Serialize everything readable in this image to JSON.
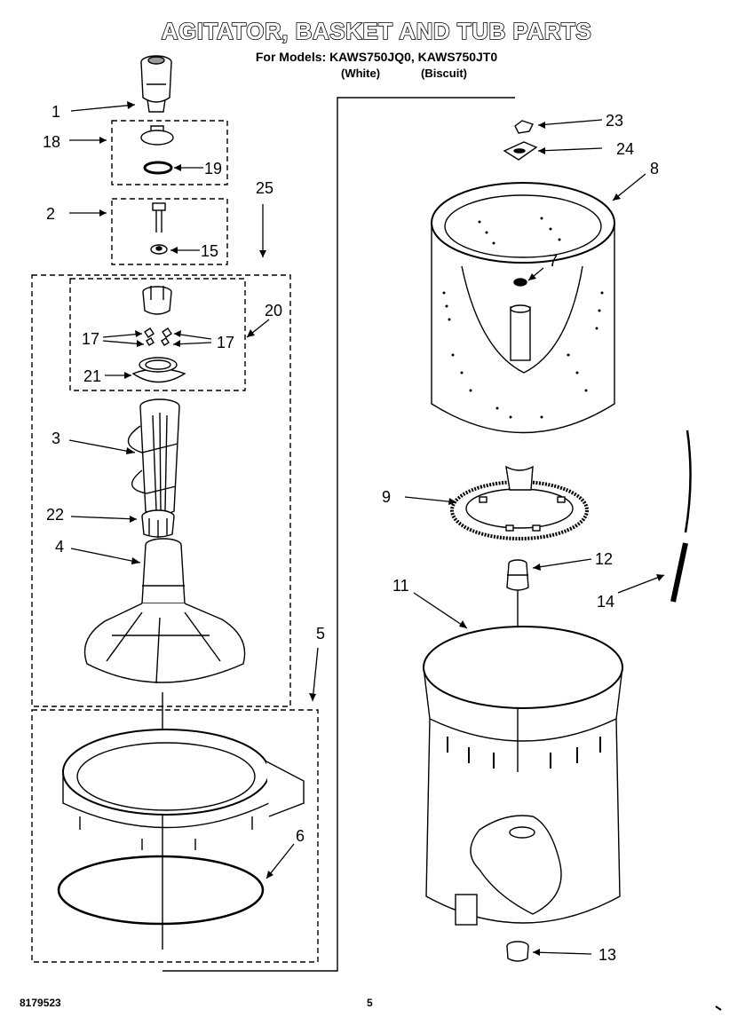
{
  "header": {
    "title": "AGITATOR, BASKET AND TUB PARTS",
    "models_line": "For Models: KAWS750JQ0, KAWS750JT0",
    "variant_white": "(White)",
    "variant_biscuit": "(Biscuit)"
  },
  "callouts": {
    "c1": "1",
    "c2": "2",
    "c3": "3",
    "c4": "4",
    "c5": "5",
    "c6": "6",
    "c7": "7",
    "c8": "8",
    "c9": "9",
    "c11": "11",
    "c12": "12",
    "c13": "13",
    "c14": "14",
    "c15": "15",
    "c17a": "17",
    "c17b": "17",
    "c18": "18",
    "c19": "19",
    "c20": "20",
    "c21": "21",
    "c22": "22",
    "c23": "23",
    "c24": "24",
    "c25": "25"
  },
  "footer": {
    "doc_number": "8179523",
    "page_number": "5"
  }
}
